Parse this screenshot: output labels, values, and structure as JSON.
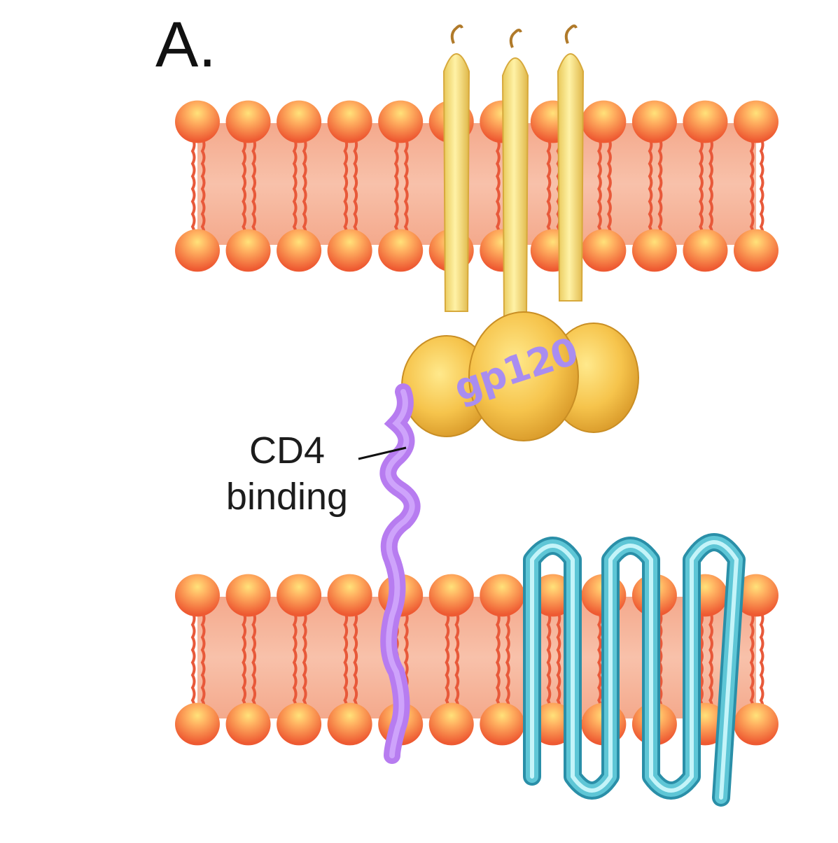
{
  "figure": {
    "panel_label": "A.",
    "cd4_label_line1": "CD4",
    "cd4_label_line2": "binding",
    "gp120_label": "gp120"
  },
  "colors": {
    "lipid_head": "#f0643c",
    "lipid_head_highlight": "#ffd35a",
    "lipid_tail": "#e8593a",
    "membrane_core": "#f7b49a",
    "gp120_sphere": "#f1bf4a",
    "gp41_stalk": "#f4db6e",
    "cd4": "#b77cf0",
    "coreceptor": "#5ec6d6"
  }
}
